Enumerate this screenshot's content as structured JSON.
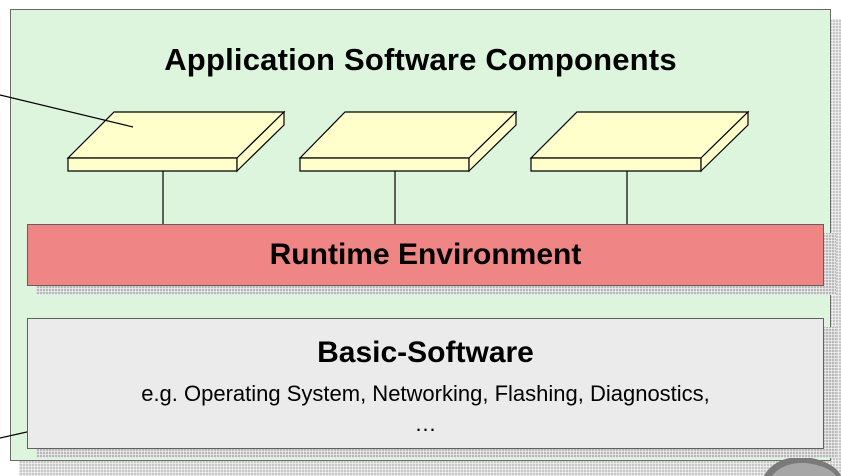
{
  "diagram": {
    "title": "Application Software Components",
    "runtime_environment": {
      "label": "Runtime Environment",
      "color": "#f08585"
    },
    "basic_software": {
      "title": "Basic-Software",
      "description_line1": "e.g. Operating System, Networking, Flashing, Diagnostics,",
      "description_line2": "…",
      "color": "#ebebeb"
    },
    "components": [
      {
        "id": "swc-1"
      },
      {
        "id": "swc-2"
      },
      {
        "id": "swc-3"
      }
    ],
    "colors": {
      "panel_background": "#ddf5dd",
      "component_fill": "#ffffcc",
      "shadow": "#c7c7c7"
    }
  }
}
